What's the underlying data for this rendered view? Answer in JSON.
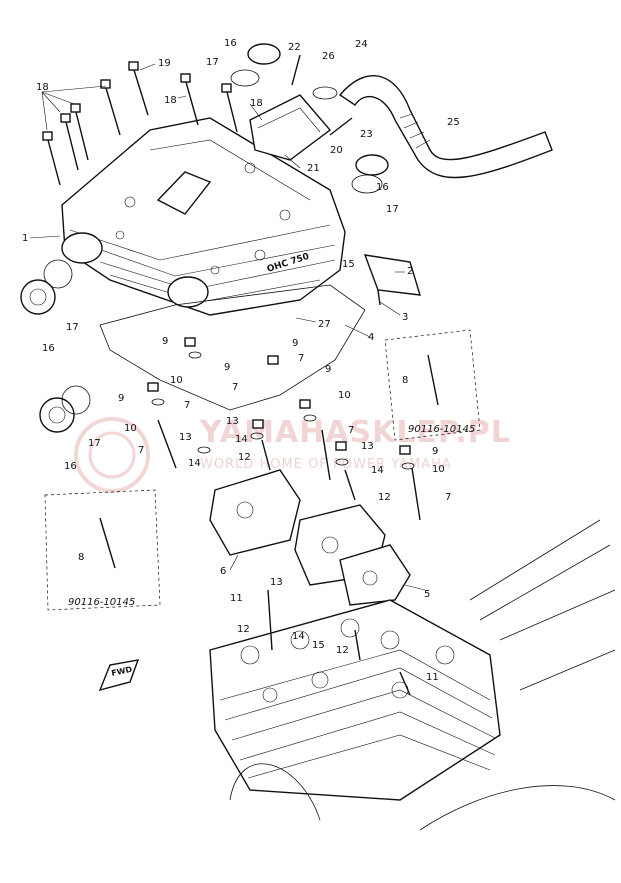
{
  "diagram": {
    "callouts": [
      "1",
      "2",
      "3",
      "4",
      "5",
      "6",
      "7",
      "8",
      "9",
      "10",
      "11",
      "12",
      "13",
      "14",
      "15",
      "16",
      "17",
      "18",
      "19",
      "20",
      "21",
      "22",
      "23",
      "24",
      "25",
      "26",
      "27"
    ],
    "part_codes": [
      "90116-10145",
      "90116-10145"
    ],
    "fwd_label": "FWD",
    "cover_logo_text": "OHC 750"
  },
  "watermark": {
    "site": "YAMAHASKLEP.PL",
    "tagline": "WORLD HOME OF POWER YAMAHA"
  }
}
